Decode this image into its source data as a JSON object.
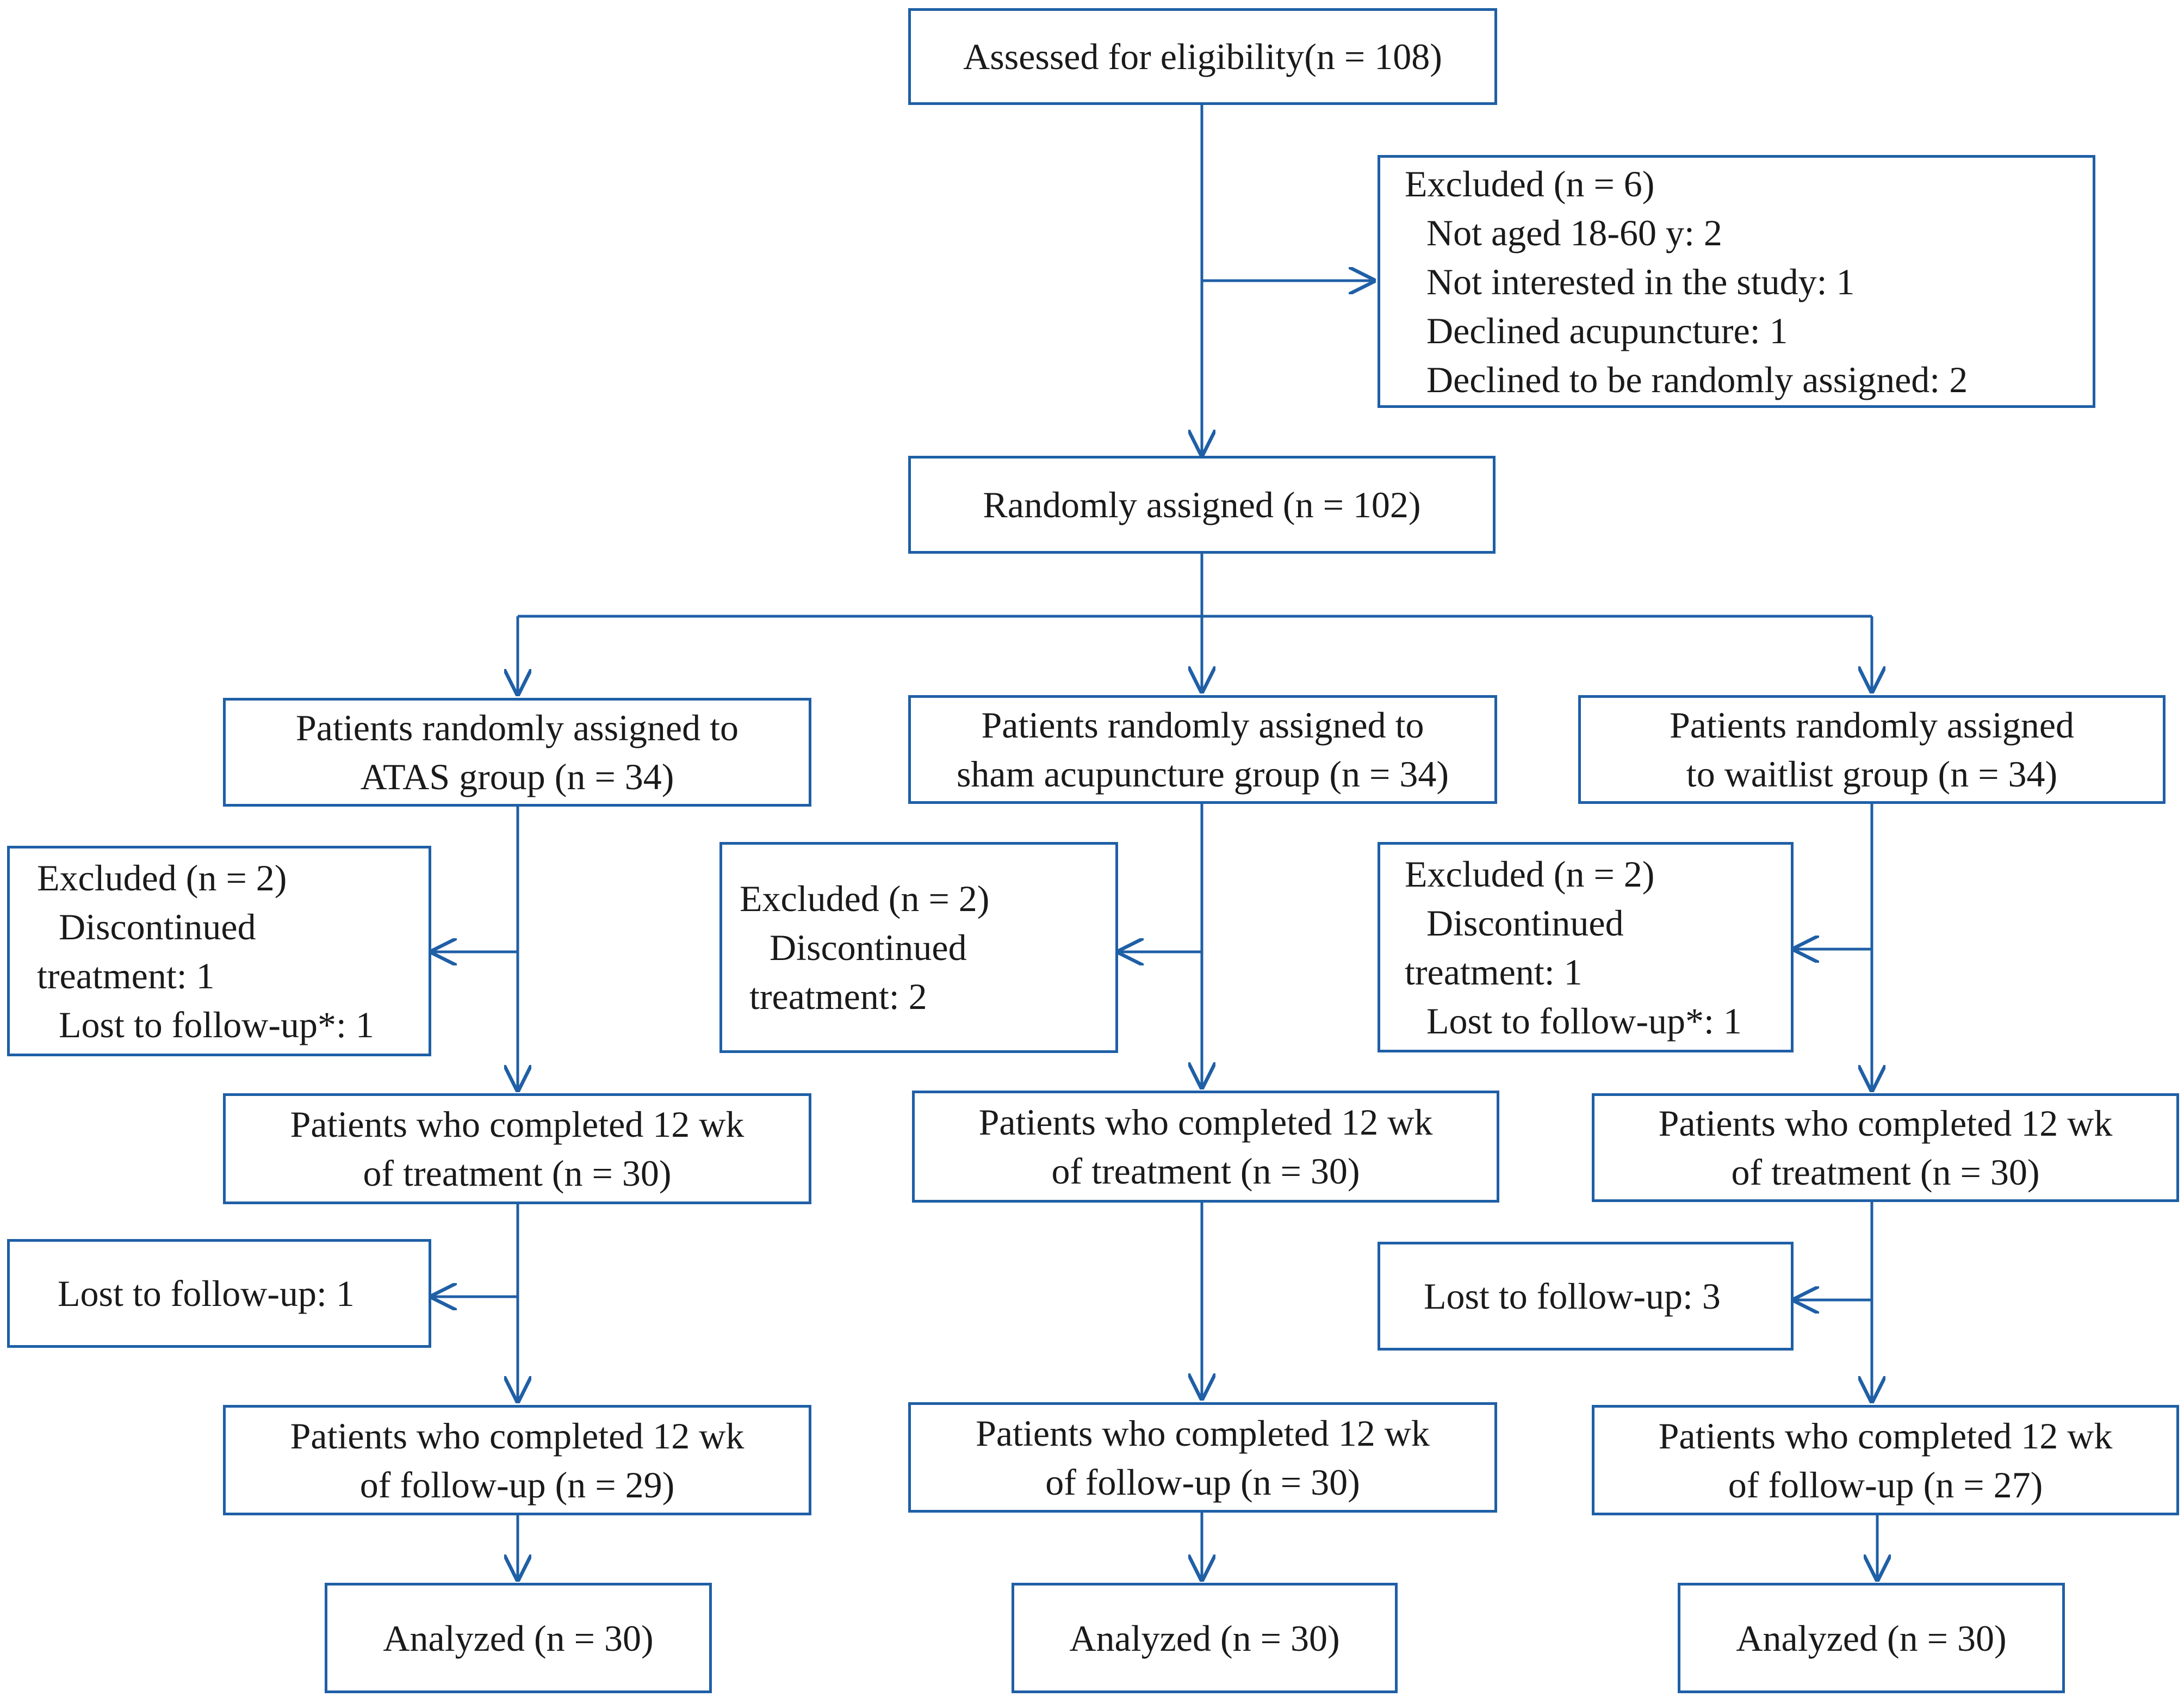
{
  "colors": {
    "line": "#1f5fa6",
    "text": "#1a1a1a",
    "background": "#ffffff"
  },
  "enrollment": {
    "assessed": "Assessed for eligibility(n = 108)",
    "excluded": {
      "title": "Excluded (n = 6)",
      "reasons": [
        "Not aged 18-60 y: 2",
        "Not interested in the study: 1",
        "Declined acupuncture: 1",
        "Declined to be randomly assigned: 2"
      ]
    },
    "randomized": "Randomly assigned (n = 102)"
  },
  "groups": [
    {
      "allocation": [
        "Patients randomly assigned to",
        "ATAS group (n = 34)"
      ],
      "excluded": [
        "Excluded (n = 2)",
        "Discontinued",
        "treatment: 1",
        "Lost to follow-up*: 1"
      ],
      "completed_treatment": [
        "Patients who completed 12 wk",
        "of treatment (n = 30)"
      ],
      "lost": "Lost to follow-up: 1",
      "completed_followup": [
        "Patients who completed 12 wk",
        "of follow-up (n = 29)"
      ],
      "analyzed": "Analyzed (n = 30)"
    },
    {
      "allocation": [
        "Patients randomly assigned to",
        "sham acupuncture group (n = 34)"
      ],
      "excluded": [
        "Excluded (n = 2)",
        "Discontinued",
        "treatment: 2"
      ],
      "completed_treatment": [
        "Patients who completed 12 wk",
        "of treatment (n = 30)"
      ],
      "completed_followup": [
        "Patients who completed 12 wk",
        "of follow-up (n = 30)"
      ],
      "analyzed": "Analyzed (n = 30)"
    },
    {
      "allocation": [
        "Patients randomly assigned",
        "to waitlist group (n = 34)"
      ],
      "excluded": [
        "Excluded (n = 2)",
        "Discontinued",
        "treatment: 1",
        "Lost to follow-up*: 1"
      ],
      "completed_treatment": [
        "Patients who completed 12 wk",
        "of treatment (n = 30)"
      ],
      "lost": "Lost to follow-up: 3",
      "completed_followup": [
        "Patients who completed 12 wk",
        "of follow-up (n = 27)"
      ],
      "analyzed": "Analyzed (n = 30)"
    }
  ]
}
